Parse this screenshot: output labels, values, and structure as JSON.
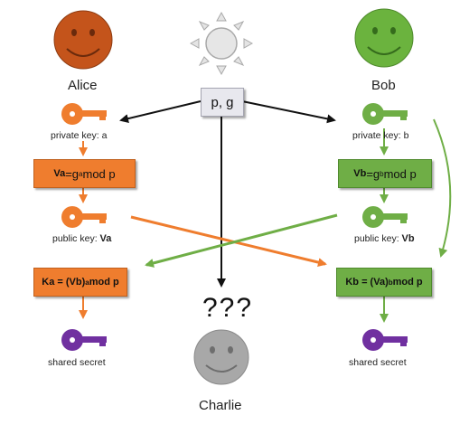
{
  "colors": {
    "alice": "#ef7d2e",
    "bob": "#6fae46",
    "charlie": "#a8a8a8",
    "shared": "#7030a0",
    "arrow": "#111111"
  },
  "alice": {
    "name": "Alice",
    "private_key_label": "private key: a",
    "compute_prefix": "Va",
    "compute_mid": " =g",
    "compute_exp": "a",
    "compute_suffix": " mod p",
    "public_key_label": "public key: ",
    "public_key_var": "Va",
    "shared_prefix": "Ka = (Vb)",
    "shared_exp": "a",
    "shared_suffix": "mod p",
    "shared_label": "shared secret"
  },
  "bob": {
    "name": "Bob",
    "private_key_label": "private key: b",
    "compute_prefix": "Vb",
    "compute_mid": " =g",
    "compute_exp": "b",
    "compute_suffix": " mod p",
    "public_key_label": "public key: ",
    "public_key_var": "Vb",
    "shared_prefix": "Kb = (Va)",
    "shared_exp": "b",
    "shared_suffix": "mod p",
    "shared_label": "shared secret"
  },
  "public_params": "p, g",
  "eavesdropper": {
    "name": "Charlie",
    "question": "???"
  },
  "icons": [
    "sun-icon",
    "smiley-face-icon",
    "key-icon"
  ]
}
